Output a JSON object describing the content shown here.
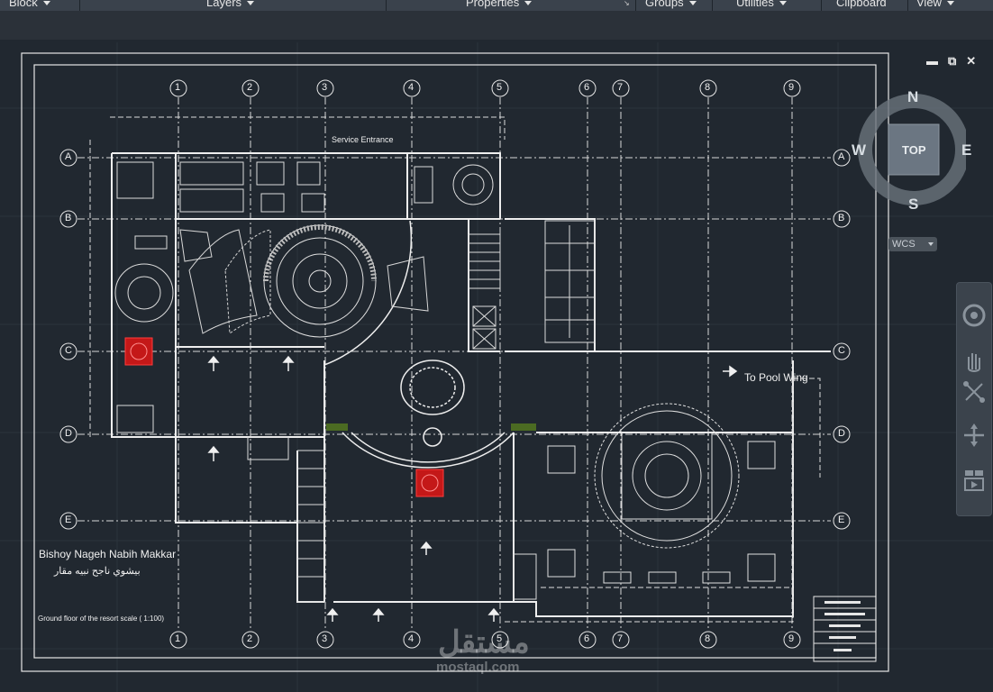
{
  "ribbon": {
    "panels": [
      {
        "label": "Block"
      },
      {
        "label": "Layers"
      },
      {
        "label": "Properties"
      },
      {
        "label": "Groups"
      },
      {
        "label": "Utilities"
      },
      {
        "label": "Clipboard"
      },
      {
        "label": "View"
      }
    ]
  },
  "viewport": {
    "minimize": "▬",
    "restore": "⧉",
    "close": "✕"
  },
  "viewcube": {
    "north": "N",
    "south": "S",
    "east": "E",
    "west": "W",
    "face": "TOP",
    "wcs": "WCS"
  },
  "navbar": {
    "icons": [
      "steering-wheel-icon",
      "pan-hand-icon",
      "zoom-extents-icon",
      "orbit-icon",
      "showmotion-icon"
    ]
  },
  "drawing": {
    "grid_columns": [
      "1",
      "2",
      "3",
      "4",
      "5",
      "6",
      "7",
      "8",
      "9"
    ],
    "grid_rows": [
      "A",
      "B",
      "C",
      "D",
      "E"
    ],
    "service_entrance": "Service Entrance",
    "pool_wing": "To Pool Wing",
    "author_en": "Bishoy Nageh Nabih Makkar",
    "author_ar": "بيشوي ناجح نبيه مقار",
    "caption": "Ground floor of the resort scale ( 1:100)",
    "watermark_ar": "مستقل",
    "watermark_en": "mostaql.com"
  },
  "colors": {
    "background": "#212830",
    "lines": "#e6e6e6",
    "accent_red": "#e02020",
    "ribbon": "#2b3139"
  }
}
